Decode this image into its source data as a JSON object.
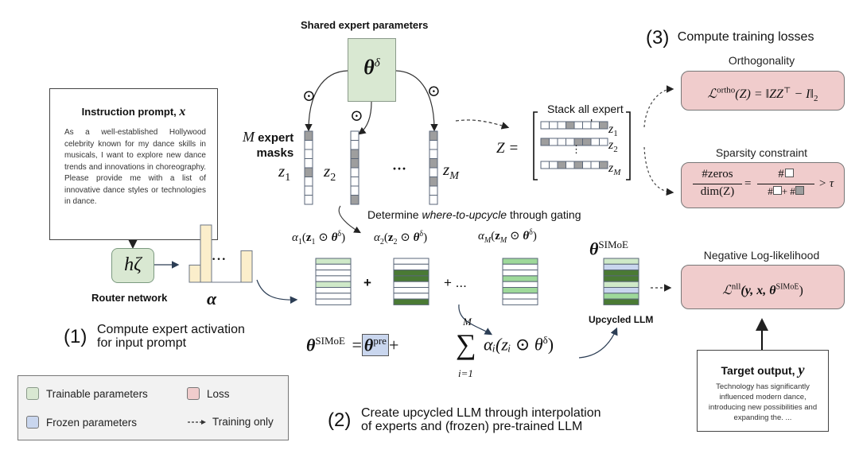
{
  "colors": {
    "trainable": "#d9e8d2",
    "frozen": "#c9d6ee",
    "loss": "#f0cccc",
    "mask_on": "#9e9e9e",
    "mask_off": "#ffffff",
    "alpha_bar": "#fbeecb",
    "green_light": "#cfe9c8",
    "green_mid": "#9ed99a",
    "green_dark": "#4a7a34",
    "outline": "#5a6678"
  },
  "prompt": {
    "title": "Instruction prompt, ",
    "var": "x",
    "text": "As a well-established Hollywood celebrity known for my dance skills in musicals, I want to explore new dance trends and innovations in choreography. Please provide me with a list of innovative dance styles or technologies in dance."
  },
  "router": {
    "symbol": "hζ",
    "label": "Router network"
  },
  "alpha": {
    "label": "α",
    "ellipsis": "···",
    "bar_values": [
      0.3,
      1.0,
      0.55
    ]
  },
  "step1": {
    "num": "(1)",
    "line1": "Compute expert activation",
    "line2": "for input prompt"
  },
  "step2": {
    "num": "(2)",
    "line1": "Create upcycled LLM through interpolation",
    "line2": "of experts and (frozen) pre-trained LLM"
  },
  "step3": {
    "num": "(3)",
    "line1": "Compute training losses"
  },
  "shared": {
    "title": "Shared expert parameters",
    "symbol": "θ",
    "sup": "δ",
    "odot": "⊙"
  },
  "masks": {
    "label_m": "M",
    "label_rest": " expert",
    "label_line2": "masks",
    "ellipsis": "···",
    "items": [
      {
        "name": "z",
        "sub": "1",
        "cells": [
          1,
          0,
          0,
          0,
          1,
          0,
          0,
          0
        ]
      },
      {
        "name": "z",
        "sub": "2",
        "cells": [
          0,
          0,
          1,
          1,
          0,
          0,
          0,
          1
        ]
      },
      {
        "name": "z",
        "sub": "M",
        "cells": [
          1,
          0,
          0,
          1,
          0,
          1,
          0,
          0
        ]
      }
    ]
  },
  "stack": {
    "title_line1": "Stack all expert",
    "title_line2": "masks",
    "lhs": "Z =",
    "rows": [
      {
        "name": "z",
        "sub": "1",
        "cells": [
          0,
          0,
          0,
          1,
          0,
          0,
          0,
          1
        ]
      },
      {
        "name": "z",
        "sub": "2",
        "cells": [
          1,
          0,
          0,
          0,
          1,
          1,
          0,
          0
        ]
      },
      {
        "name": "z",
        "sub": "M",
        "cells": [
          0,
          0,
          1,
          0,
          1,
          0,
          0,
          1
        ]
      }
    ],
    "vdots": "⋮"
  },
  "gating": {
    "text_pre": "Determine ",
    "text_em": "where-to-upcycle",
    "text_post": " through gating",
    "plus": "+",
    "plus_ellipsis": "+ ...",
    "experts": [
      {
        "label": "α₁(z₁ ⊙ θ^δ)",
        "a": "α",
        "a_sub": "1",
        "z_sub": "1",
        "fill": "light",
        "rows": [
          1,
          0,
          0,
          0,
          1,
          0,
          0,
          0
        ]
      },
      {
        "label": "α₂(z₂ ⊙ θ^δ)",
        "a": "α",
        "a_sub": "2",
        "z_sub": "2",
        "fill": "dark",
        "rows": [
          0,
          0,
          1,
          1,
          0,
          0,
          0,
          1
        ]
      },
      {
        "label": "α_M(z_M ⊙ θ^δ)",
        "a": "α",
        "a_sub": "M",
        "z_sub": "M",
        "fill": "mid",
        "rows": [
          1,
          0,
          0,
          1,
          0,
          1,
          0,
          0
        ]
      }
    ]
  },
  "upcycled": {
    "symbol": "θ",
    "sup": "SIMoE",
    "label": "Upcycled LLM",
    "stripes": [
      "light",
      "frozen",
      "dark",
      "dark",
      "light",
      "frozen",
      "mid",
      "dark"
    ]
  },
  "equation": {
    "lhs": "θ",
    "lhs_sup": "SIMoE",
    "eq": "=",
    "pre": "θ",
    "pre_sup": "pre",
    "plus": "+",
    "sum": "∑",
    "sum_top": "M",
    "sum_bot": "i=1",
    "term": "αᵢ(zᵢ ⊙ θ",
    "term_sup": "δ",
    "term_close": ")"
  },
  "losses": {
    "ortho": {
      "title": "Orthogonality",
      "formula_pre": "ℒ",
      "formula_sup": "ortho",
      "formula_post": "(Z) = ‖ZZ",
      "T": "⊤",
      "formula_end": " − I‖",
      "sub": "2"
    },
    "sparsity": {
      "title": "Sparsity constraint",
      "num1": "#zeros",
      "den1": "dim(Z)",
      "eq": "=",
      "num2": "#",
      "den2a": "#",
      "den2plus": "+ #",
      "gt": "> τ"
    },
    "nll": {
      "title": "Negative Log-likelihood",
      "pre": "ℒ",
      "sup": "nll",
      "args": "(y, x, θ",
      "args_sup": "SIMoE",
      "close": ")"
    }
  },
  "target": {
    "title": "Target output, ",
    "var": "y",
    "text": "Technology has significantly influenced modern dance, introducing new possibilities and expanding the. ..."
  },
  "legend": {
    "items": [
      {
        "label": "Trainable parameters",
        "color_key": "trainable"
      },
      {
        "label": "Loss",
        "color_key": "loss"
      },
      {
        "label": "Frozen parameters",
        "color_key": "frozen"
      },
      {
        "label": "Training only",
        "color_key": "arrow"
      }
    ]
  }
}
